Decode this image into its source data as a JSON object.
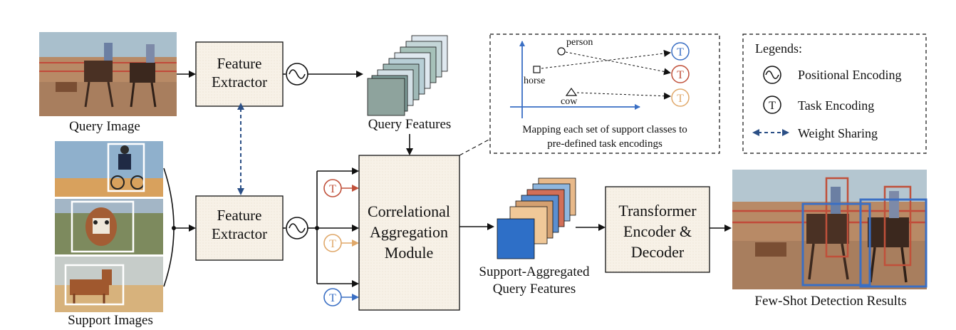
{
  "query_image": {
    "caption": "Query Image"
  },
  "support_images": {
    "caption": "Support Images"
  },
  "feature_extractor_top": {
    "line1": "Feature",
    "line2": "Extractor"
  },
  "feature_extractor_bottom": {
    "line1": "Feature",
    "line2": "Extractor"
  },
  "query_features": {
    "caption": "Query Features"
  },
  "cam": {
    "line1": "Correlational",
    "line2": "Aggregation",
    "line3": "Module"
  },
  "support_aggregated": {
    "line1": "Support-Aggregated",
    "line2": "Query Features"
  },
  "transformer": {
    "line1": "Transformer",
    "line2": "Encoder &",
    "line3": "Decoder"
  },
  "results": {
    "caption": "Few-Shot Detection Results"
  },
  "task_symbol": "T",
  "mapping_panel": {
    "classes": {
      "person": "person",
      "horse": "horse",
      "cow": "cow"
    },
    "caption_line1": "Mapping each set of support classes to",
    "caption_line2": "pre-defined task encodings"
  },
  "legend": {
    "title": "Legends:",
    "positional": "Positional Encoding",
    "task": "Task Encoding",
    "weight_sharing": "Weight Sharing"
  },
  "colors": {
    "task_blue": "#3a6fc4",
    "task_red": "#c0503a",
    "task_orange": "#e0a86a",
    "box_fill": "#f7f1e7",
    "dashed_arrow": "#2b4f86"
  }
}
